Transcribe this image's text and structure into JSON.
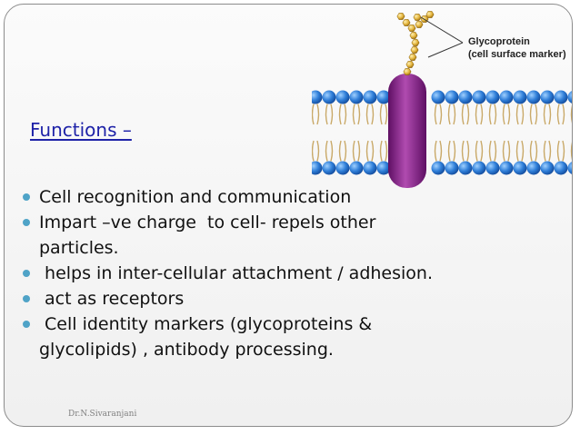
{
  "figure": {
    "label_line1": "Glycoprotein",
    "label_line2": "(cell surface marker)"
  },
  "heading": "Functions –",
  "bullets": [
    {
      "line1": "Cell recognition and communication",
      "line2": ""
    },
    {
      "line1": "Impart –ve charge  to cell- repels other",
      "line2": "particles."
    },
    {
      "line1": " helps in inter-cellular attachment / adhesion.",
      "line2": ""
    },
    {
      "line1": " act as receptors",
      "line2": ""
    },
    {
      "line1": " Cell identity markers (glycoproteins &",
      "line2": "glycolipids) , antibody processing."
    }
  ],
  "footer": "Dr.N.Sivaranjani",
  "colors": {
    "heading": "#1e22a8",
    "bullet_dot": "#4fa3c7",
    "lipid_head": "#2f7ed8",
    "protein": "#8e2a8c",
    "sugar": "#e2b23a"
  }
}
